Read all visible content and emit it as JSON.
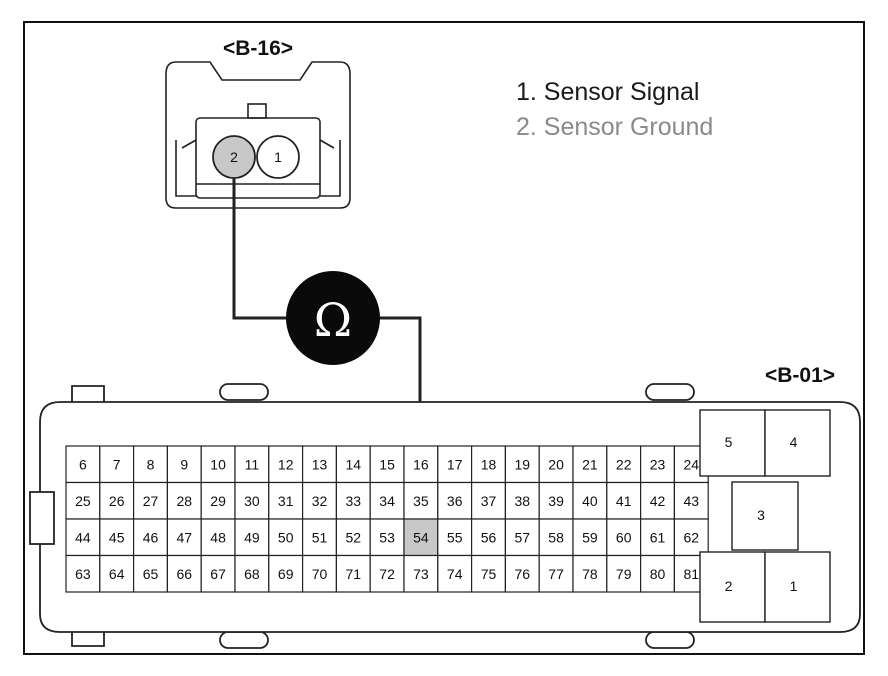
{
  "sensor_connector": {
    "label": "<B-16>",
    "pins": [
      "2",
      "1"
    ],
    "highlight_pin": "2"
  },
  "legend": [
    {
      "text": "1. Sensor Signal",
      "color": "#1a1a1a"
    },
    {
      "text": "2. Sensor Ground",
      "color": "#8a8a8a"
    }
  ],
  "meter": {
    "symbol": "Ω",
    "icon": "ohmmeter-icon"
  },
  "ecu_connector": {
    "label": "<B-01>",
    "rows": [
      [
        "6",
        "7",
        "8",
        "9",
        "10",
        "11",
        "12",
        "13",
        "14",
        "15",
        "16",
        "17",
        "18",
        "19",
        "20",
        "21",
        "22",
        "23",
        "24"
      ],
      [
        "25",
        "26",
        "27",
        "28",
        "29",
        "30",
        "31",
        "32",
        "33",
        "34",
        "35",
        "36",
        "37",
        "38",
        "39",
        "40",
        "41",
        "42",
        "43"
      ],
      [
        "44",
        "45",
        "46",
        "47",
        "48",
        "49",
        "50",
        "51",
        "52",
        "53",
        "54",
        "55",
        "56",
        "57",
        "58",
        "59",
        "60",
        "61",
        "62"
      ],
      [
        "63",
        "64",
        "65",
        "66",
        "67",
        "68",
        "69",
        "70",
        "71",
        "72",
        "73",
        "74",
        "75",
        "76",
        "77",
        "78",
        "79",
        "80",
        "81"
      ]
    ],
    "highlight_pin": "54",
    "big_pins": [
      "5",
      "4",
      "3",
      "2",
      "1"
    ]
  },
  "colors": {
    "highlight": "#c8c8c8",
    "line": "#222222",
    "legend_ground": "#8a8a8a"
  }
}
